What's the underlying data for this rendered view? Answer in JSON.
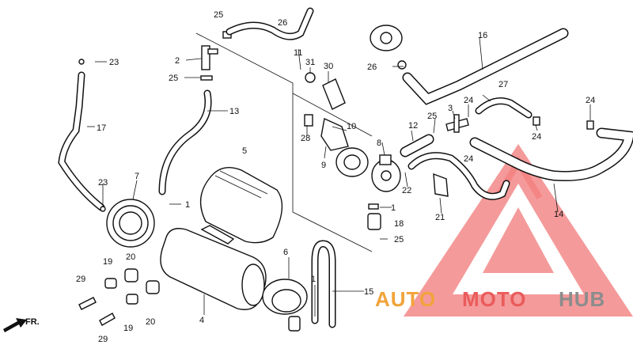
{
  "diagram": {
    "callouts": {
      "c1a": "1",
      "c1b": "1",
      "c1c": "1",
      "c2": "2",
      "c3": "3",
      "c4": "4",
      "c5": "5",
      "c6": "6",
      "c7": "7",
      "c8": "8",
      "c9": "9",
      "c10": "10",
      "c11": "11",
      "c12": "12",
      "c13": "13",
      "c14": "14",
      "c15": "15",
      "c16": "16",
      "c17": "17",
      "c18": "18",
      "c19a": "19",
      "c19b": "19",
      "c20a": "20",
      "c20b": "20",
      "c21": "21",
      "c22": "22",
      "c23a": "23",
      "c23b": "23",
      "c24a": "24",
      "c24b": "24",
      "c24c": "24",
      "c24d": "24",
      "c25a": "25",
      "c25b": "25",
      "c25c": "25",
      "c25d": "25",
      "c26a": "26",
      "c26b": "26",
      "c27": "27",
      "c28": "28",
      "c29a": "29",
      "c29b": "29",
      "c30": "30",
      "c31": "31"
    },
    "direction_label": "FR."
  },
  "watermark": {
    "part1": "AUTO",
    "part2": "MOTO",
    "part3": "HUB",
    "colors": {
      "triangle": "#f06a6a",
      "auto": "#f2a33a",
      "moto": "#ea5b5b",
      "hub": "#8c8c8c"
    }
  }
}
